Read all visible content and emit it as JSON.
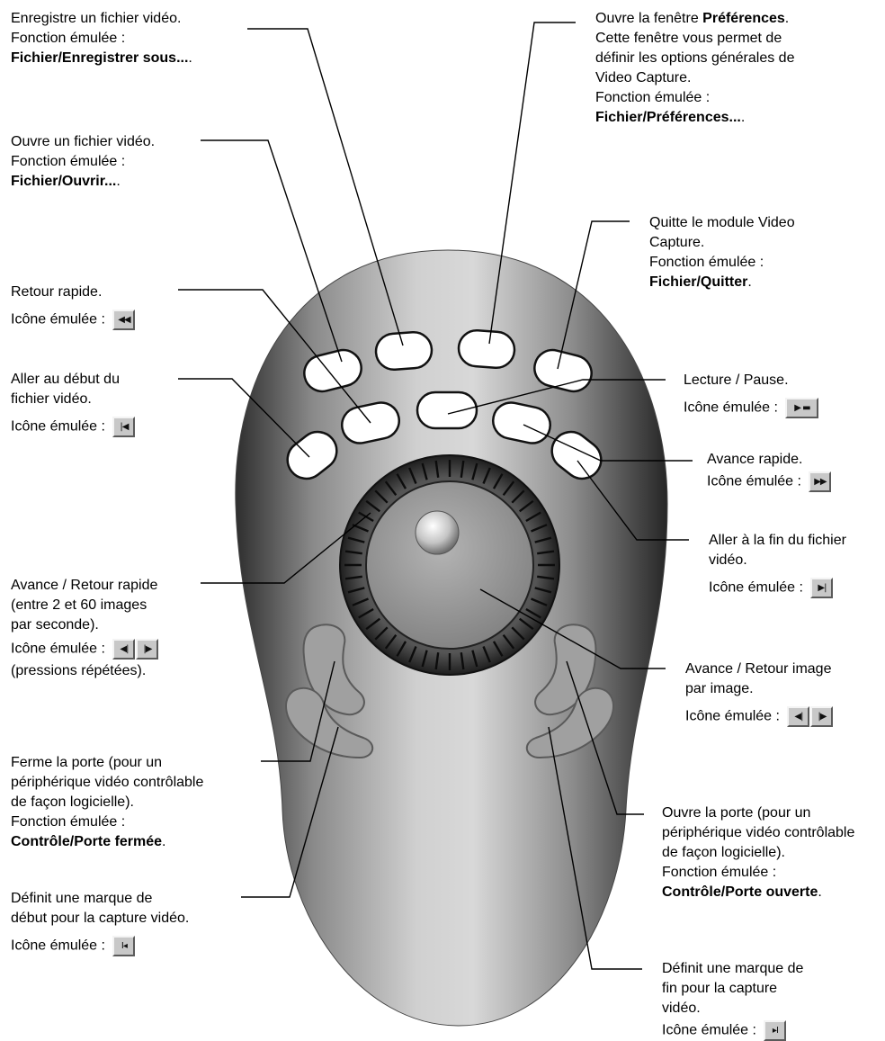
{
  "notes": {
    "save": {
      "line1": "Enregistre un fichier vidéo.",
      "line2": "Fonction émulée :",
      "bold": "Fichier/Enregistrer sous...",
      "tail": "."
    },
    "open": {
      "line1": "Ouvre un fichier vidéo.",
      "line2": "Fonction émulée :",
      "bold": "Fichier/Ouvrir...",
      "tail": "."
    },
    "rewind": {
      "line1": "Retour rapide.",
      "icon_label": "Icône émulée :"
    },
    "go_start": {
      "line1": "Aller au début du",
      "line2": "fichier vidéo.",
      "icon_label": "Icône émulée :"
    },
    "shuttle": {
      "line1": "Avance / Retour rapide",
      "line2": "(entre 2 et 60 images",
      "line3": "par seconde).",
      "icon_label": "Icône émulée :",
      "line5": "(pressions répétées)."
    },
    "close_door": {
      "line1": "Ferme la porte (pour un",
      "line2": "périphérique vidéo contrôlable",
      "line3": "de façon logicielle).",
      "line4": "Fonction émulée :",
      "bold": "Contrôle/Porte fermée",
      "tail": "."
    },
    "mark_in": {
      "line1": "Définit une marque de",
      "line2": "début pour la capture vidéo.",
      "icon_label": "Icône émulée :"
    },
    "prefs": {
      "pre": "Ouvre la fenêtre ",
      "bold_title": "Préférences",
      "post": ".",
      "line2": "Cette fenêtre vous permet de",
      "line3": "définir les options générales de",
      "line4": "Video Capture.",
      "line5": "Fonction émulée :",
      "bold": "Fichier/Préférences...",
      "tail": "."
    },
    "quit": {
      "line1": "Quitte le module Video",
      "line2": "Capture.",
      "line3": "Fonction émulée :",
      "bold": "Fichier/Quitter",
      "tail": "."
    },
    "play": {
      "line1": "Lecture / Pause.",
      "icon_label": "Icône émulée :"
    },
    "ffwd": {
      "line1": "Avance rapide.",
      "icon_label": "Icône émulée :"
    },
    "go_end": {
      "line1": "Aller à la fin du fichier",
      "line2": "vidéo.",
      "icon_label": "Icône émulée :"
    },
    "jog": {
      "line1": "Avance / Retour image",
      "line2": "par image.",
      "icon_label": "Icône émulée :"
    },
    "open_door": {
      "line1": "Ouvre la porte (pour un",
      "line2": "périphérique vidéo contrôlable",
      "line3": "de façon logicielle).",
      "line4": "Fonction émulée :",
      "bold": "Contrôle/Porte ouverte",
      "tail": "."
    },
    "mark_out": {
      "line1": "Définit une marque de",
      "line2": "fin pour la capture",
      "line3": "vidéo.",
      "icon_label": "Icône émulée :"
    }
  },
  "icons": {
    "rewind": "rewind-icon",
    "go_start": "go-to-start-icon",
    "play_pause": "play-pause-icon",
    "ffwd": "fast-forward-icon",
    "go_end": "go-to-end-icon",
    "step_back": "step-back-icon",
    "step_forward": "step-forward-icon",
    "mark_in": "mark-in-icon",
    "mark_out": "mark-out-icon"
  },
  "colors": {
    "device_dark": "#3c3c3c",
    "device_light": "#d2d2d2",
    "button_fill": "#ffffff",
    "ring": "#2a2a2a",
    "leader_line": "#000000",
    "icon_face": "#c8c8c8"
  }
}
